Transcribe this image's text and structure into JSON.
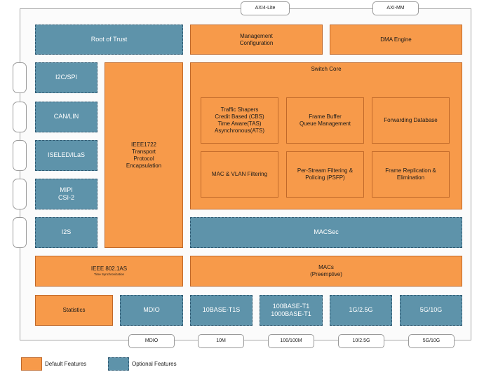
{
  "bus_ports_top": [
    "AXI4-Lite",
    "AXI-MM"
  ],
  "bus_ports_bottom": [
    "MDIO",
    "10M",
    "100/100M",
    "10/2.5G",
    "5G/10G"
  ],
  "blocks": {
    "root_of_trust": "Root of Trust",
    "management": "Management\nConfiguration",
    "dma": "DMA Engine",
    "i2c_spi": "I2C/SPI",
    "can_lin": "CAN/LIN",
    "iseled": "ISELED/ILaS",
    "mipi": "MIPI\nCSI-2",
    "i2s": "I2S",
    "ieee1722": "IEEE1722\nTransport\nProtocol\nEncapsulation",
    "switch_core": "Switch Core",
    "traffic_shapers": "Traffic Shapers\nCredit Based (CBS)\nTime Aware(TAS)\nAsynchronous(ATS)",
    "frame_buffer": "Frame Buffer\nQueue Management",
    "forwarding_db": "Forwarding Database",
    "mac_vlan": "MAC & VLAN Filtering",
    "psfp": "Per-Stream Filtering &\nPolicing (PSFP)",
    "frame_replication": "Frame Replication &\nElimination",
    "macsec": "MACSec",
    "ieee8021as": "IEEE 802.1AS",
    "ieee8021as_sub": "Time Synchronization",
    "macs": "MACs\n(Preemptive)",
    "statistics": "Statistics",
    "mdio": "MDIO",
    "base_t1s": "10BASE-T1S",
    "base_t1": "100BASE-T1\n1000BASE-T1",
    "g1_25": "1G/2.5G",
    "g5_10": "5G/10G"
  },
  "legend": {
    "default": "Default Features",
    "optional": "Optional Features"
  },
  "colors": {
    "default_fill": "#f79a4a",
    "optional_fill": "#5e93aa",
    "frame_border": "#a6a6a6"
  }
}
